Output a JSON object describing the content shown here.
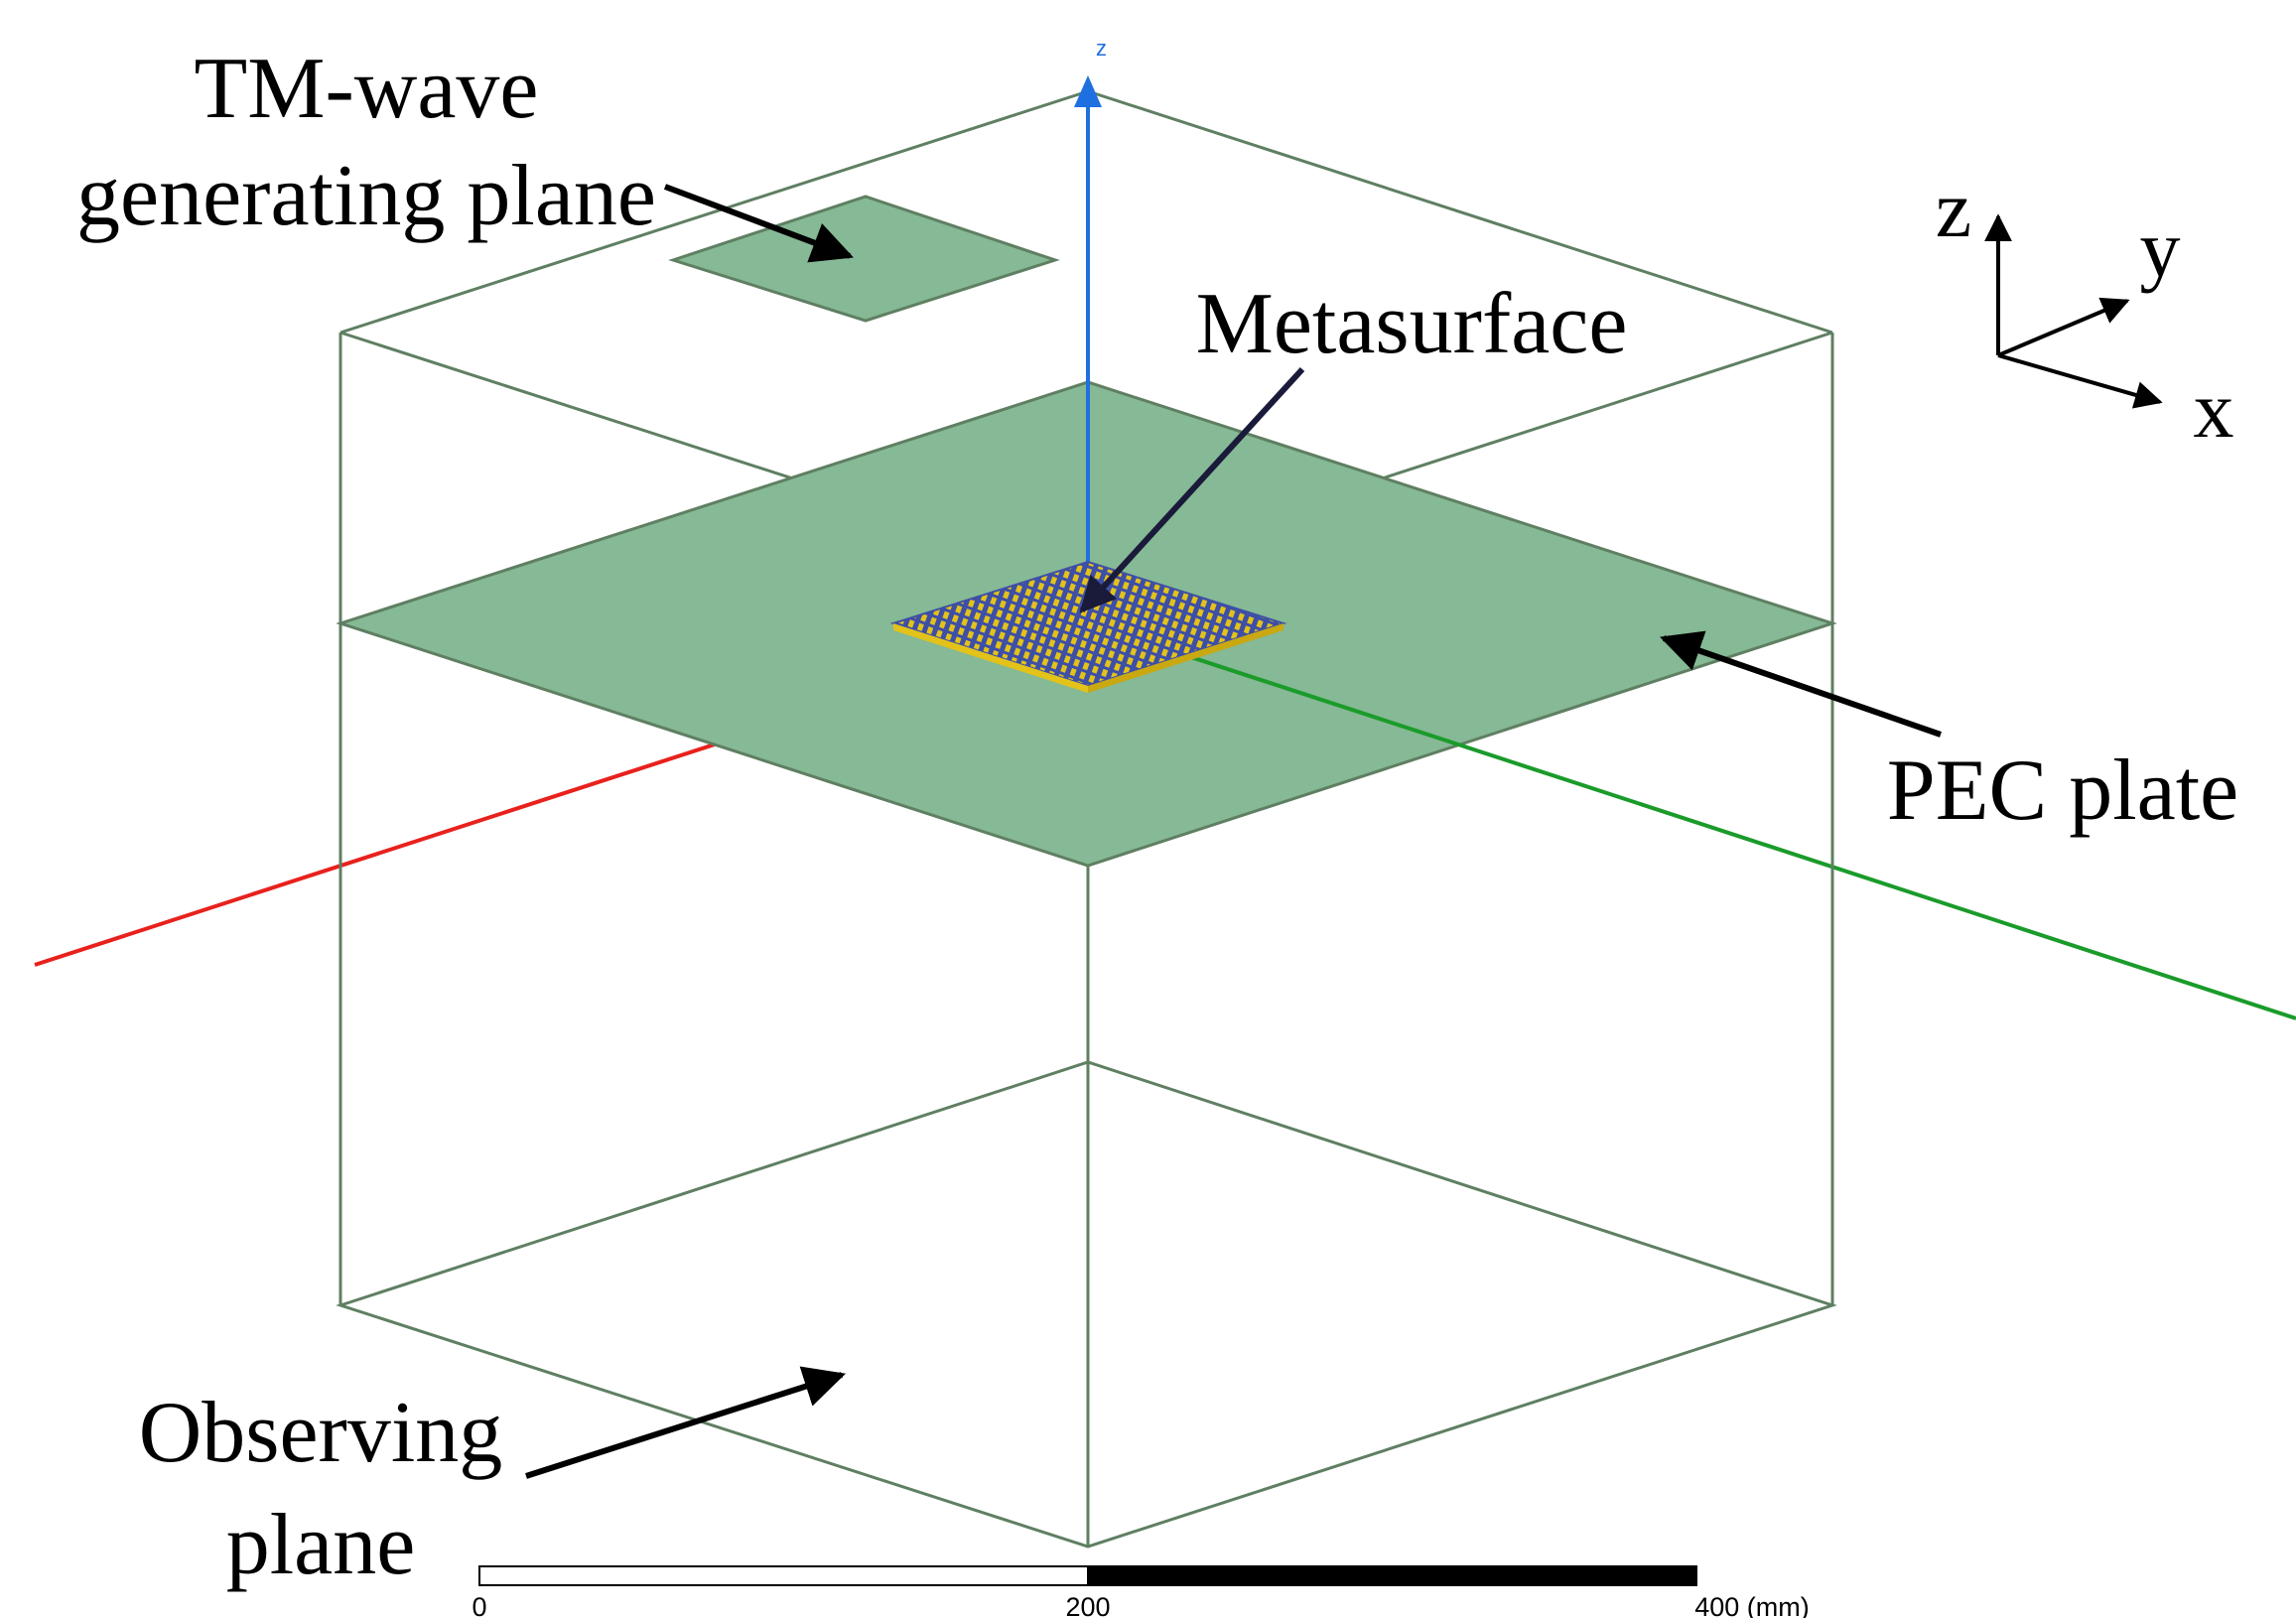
{
  "labels": {
    "tm_wave_line1": "TM-wave",
    "tm_wave_line2": "generating plane",
    "metasurface": "Metasurface",
    "pec_plate": "PEC plate",
    "observing_line1": "Observing",
    "observing_line2": "plane"
  },
  "axes_legend": {
    "z": "z",
    "y": "y",
    "x": "x"
  },
  "z_axis_label": "z",
  "scale_bar": {
    "ticks": [
      "0",
      "200",
      "400 (mm)"
    ],
    "values": [
      0,
      200,
      400
    ],
    "unit": "mm"
  },
  "colors": {
    "plate_fill": "#86b995",
    "box_edge": "#5f7f62",
    "x_axis_red": "#e8211d",
    "y_axis_green": "#1a9b2a",
    "z_axis_blue": "#1f6fe0",
    "metasurface_yellow": "#e3c21a",
    "metasurface_blue": "#3d4fa6"
  }
}
